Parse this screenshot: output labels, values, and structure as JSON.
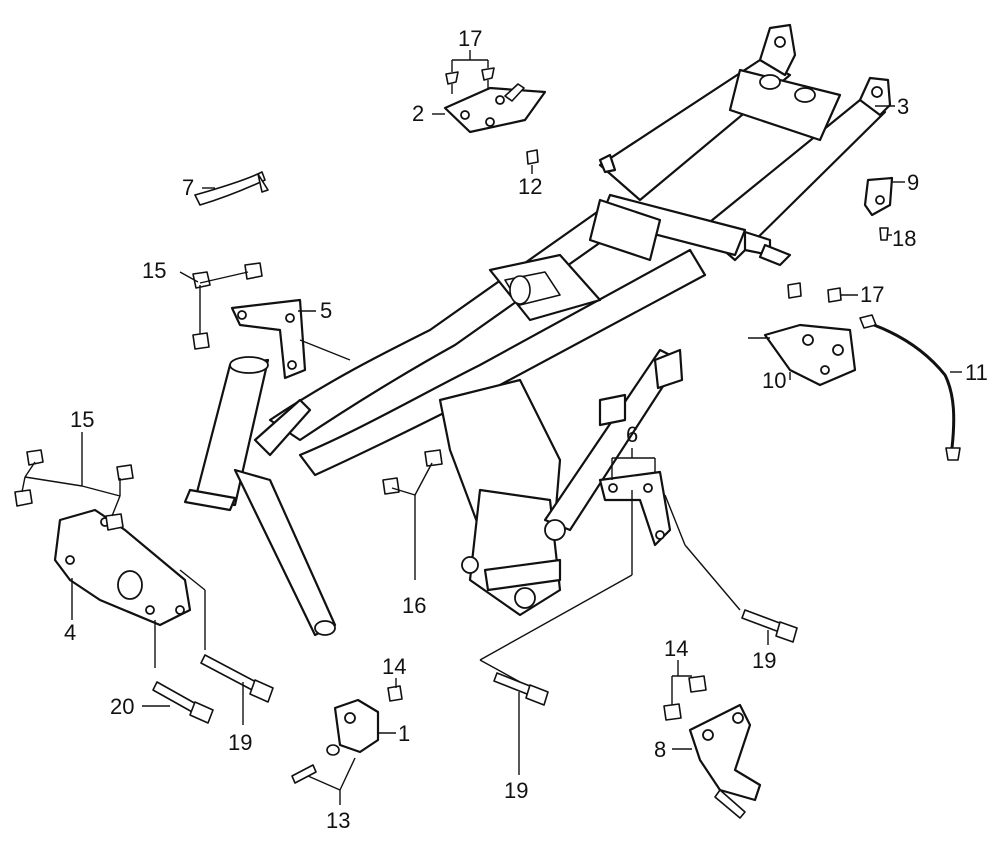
{
  "callouts": {
    "c1": "1",
    "c2": "2",
    "c3": "3",
    "c4": "4",
    "c5": "5",
    "c6": "6",
    "c7": "7",
    "c8": "8",
    "c9": "9",
    "c10": "10",
    "c11": "11",
    "c12": "12",
    "c13": "13",
    "c14a": "14",
    "c14b": "14",
    "c15a": "15",
    "c15b": "15",
    "c16": "16",
    "c17a": "17",
    "c17b": "17",
    "c18": "18",
    "c19a": "19",
    "c19b": "19",
    "c19c": "19",
    "c20": "20"
  }
}
